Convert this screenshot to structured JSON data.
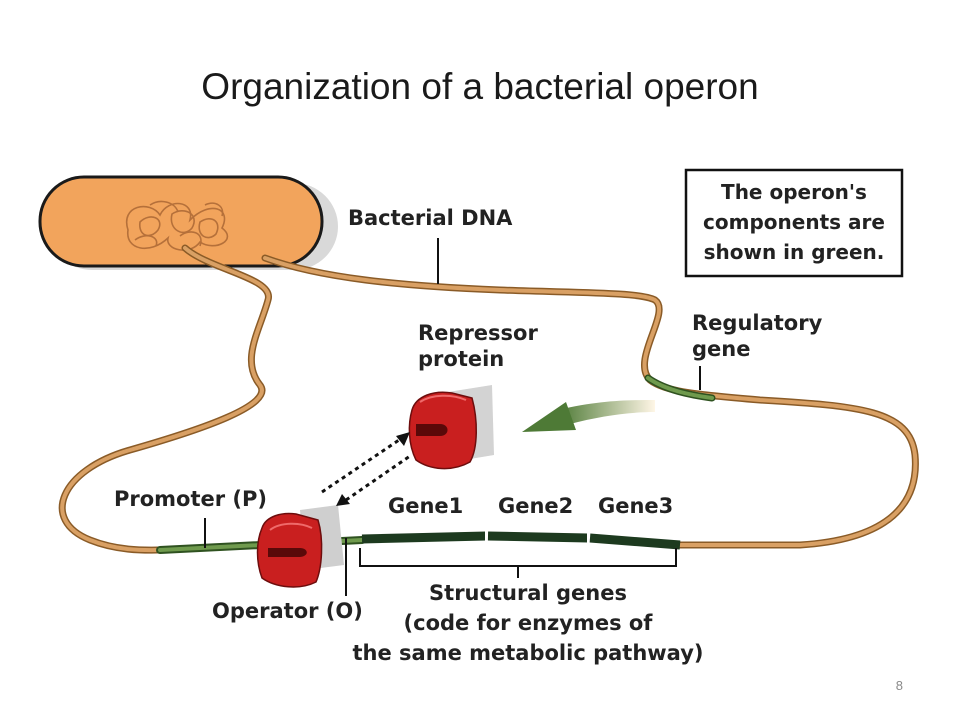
{
  "slide": {
    "title": "Organization of a bacterial operon",
    "page_number": "8"
  },
  "note": {
    "lines": [
      "The operon's",
      "components are",
      "shown in green."
    ]
  },
  "labels": {
    "bacterial_dna": "Bacterial DNA",
    "regulatory_gene": [
      "Regulatory",
      "gene"
    ],
    "repressor_protein": [
      "Repressor",
      "protein"
    ],
    "promoter": "Promoter (P)",
    "operator": "Operator (O)",
    "genes": [
      "Gene1",
      "Gene2",
      "Gene3"
    ],
    "structural_genes": [
      "Structural genes",
      "(code for enzymes of",
      "the same metabolic pathway)"
    ]
  },
  "colors": {
    "dna_strand": "#c8914e",
    "operon_green": "#4e7a36",
    "structural_dark_green": "#27482a",
    "cell_fill": "#f2a45c",
    "repressor_red": "#c91f1f"
  }
}
